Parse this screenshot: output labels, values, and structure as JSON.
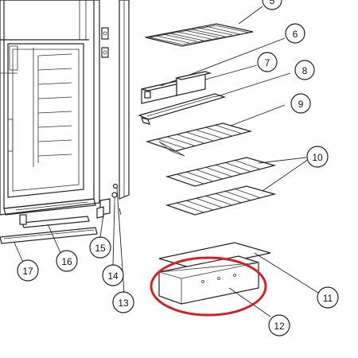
{
  "callouts": {
    "c5": "5",
    "c6": "6",
    "c7": "7",
    "c8": "8",
    "c9": "9",
    "c10": "10",
    "c11": "11",
    "c12": "12",
    "c13": "13",
    "c14": "14",
    "c15": "15",
    "c16": "16",
    "c17": "17"
  },
  "highlight": {
    "color": "#d42027",
    "target": "12"
  }
}
